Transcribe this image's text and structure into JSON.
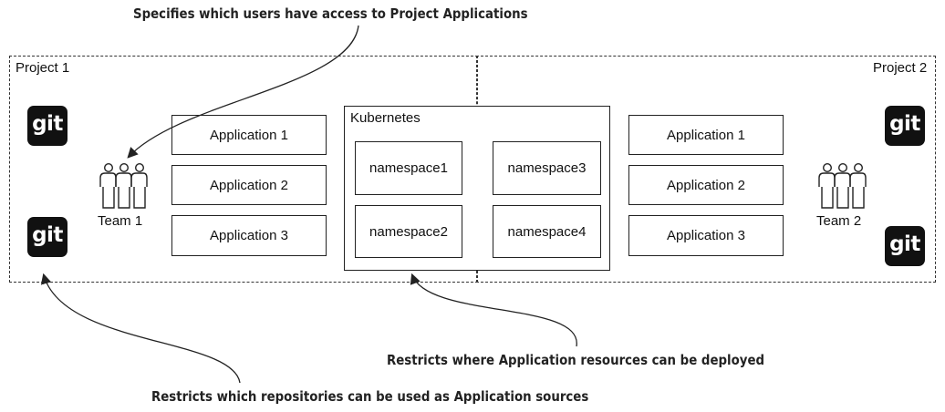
{
  "callouts": {
    "top": "Specifies which users have access to Project Applications",
    "middle": "Restricts where Application resources can be deployed",
    "bottom": "Restricts which repositories can be used as Application sources"
  },
  "project1": {
    "label": "Project 1",
    "team": "Team 1",
    "applications": [
      "Application 1",
      "Application 2",
      "Application 3"
    ],
    "git_icons": [
      "git",
      "git"
    ]
  },
  "project2": {
    "label": "Project 2",
    "team": "Team 2",
    "applications": [
      "Application 1",
      "Application 2",
      "Application 3"
    ],
    "git_icons": [
      "git",
      "git"
    ]
  },
  "kubernetes": {
    "label": "Kubernetes",
    "namespaces": [
      "namespace1",
      "namespace2",
      "namespace3",
      "namespace4"
    ]
  },
  "icons": {
    "team": "team-icon",
    "git": "git-logo-icon"
  }
}
